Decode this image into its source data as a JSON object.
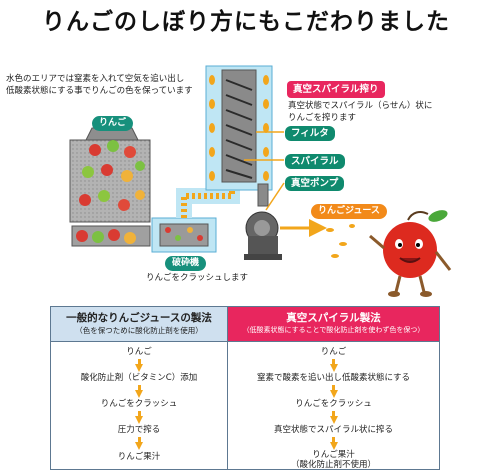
{
  "title": "りんごのしぼり方にもこだわりました",
  "intro": {
    "line1": "水色のエリアでは窒素を入れて空気を追い出し",
    "line2": "低酸素状態にする事でりんごの色を保っています"
  },
  "labels": {
    "apple": "りんご",
    "vacuum_title": "真空スパイラル搾り",
    "vacuum_desc1": "真空状態でスパイラル（らせん）状に",
    "vacuum_desc2": "りんごを搾ります",
    "filter": "フィルタ",
    "spiral": "スパイラル",
    "pump": "真空ポンプ",
    "juice": "りんごジュース",
    "crusher": "破砕機",
    "crusher_desc": "りんごをクラッシュします"
  },
  "left_table": {
    "title": "一般的なりんごジュースの製法",
    "subtitle": "（色を保つために酸化防止剤を使用）",
    "steps": [
      "りんご",
      "酸化防止剤（ビタミンC）添加",
      "りんごをクラッシュ",
      "圧力で搾る",
      "りんご果汁"
    ]
  },
  "right_table": {
    "title": "真空スパイラル製法",
    "subtitle": "（低酸素状態にすることで酸化防止剤を使わず色を保つ）",
    "steps": [
      "りんご",
      "窒素で酸素を追い出し低酸素状態にする",
      "りんごをクラッシュ",
      "真空状態でスパイラル状に搾る",
      "りんご果汁",
      "（酸化防止剤不使用）"
    ]
  },
  "colors": {
    "accent_red": "#e8265e",
    "accent_green": "#17907c",
    "accent_orange": "#f28a1a",
    "arrow_yellow": "#f2a61b",
    "nitrogen_blue": "#bfe6f4"
  }
}
